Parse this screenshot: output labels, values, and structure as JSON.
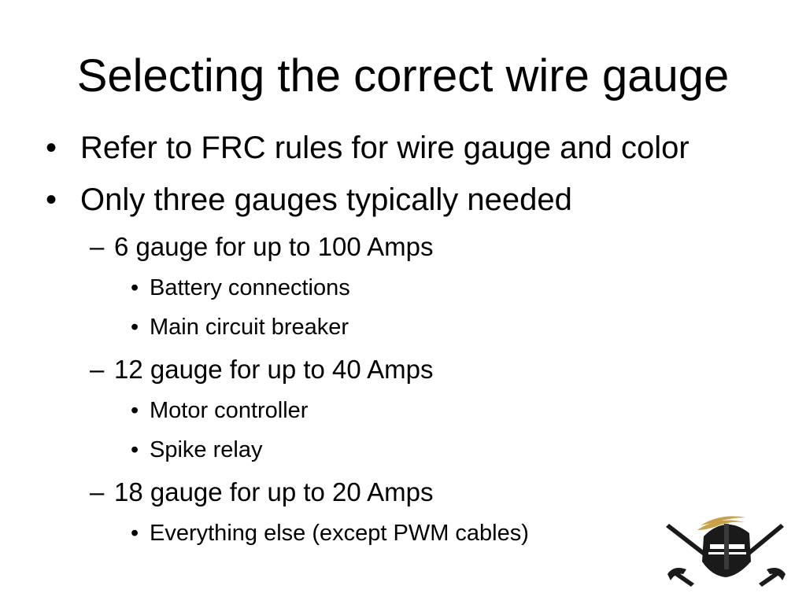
{
  "slide": {
    "title": "Selecting the correct wire gauge",
    "bullets": [
      {
        "marker": "•",
        "text": "Refer to FRC rules for wire gauge and color"
      },
      {
        "marker": "•",
        "text": "Only three gauges typically needed"
      }
    ],
    "sub_bullets": [
      {
        "marker": "–",
        "text": "6 gauge for up to 100 Amps"
      },
      {
        "marker": "–",
        "text": "12 gauge for up to 40 Amps"
      },
      {
        "marker": "–",
        "text": "18 gauge for up to 20 Amps"
      }
    ],
    "sub_sub_bullets": [
      {
        "marker": "•",
        "text": "Battery connections"
      },
      {
        "marker": "•",
        "text": "Main circuit breaker"
      },
      {
        "marker": "•",
        "text": "Motor controller"
      },
      {
        "marker": "•",
        "text": "Spike relay"
      },
      {
        "marker": "•",
        "text": "Everything else (except PWM cables)"
      }
    ],
    "logo_icon": "pirate-helmet-crossed-swords-icon",
    "colors": {
      "background": "#ffffff",
      "text": "#000000",
      "logo_dark": "#1a1a1a",
      "logo_gold": "#c8a24a"
    }
  }
}
